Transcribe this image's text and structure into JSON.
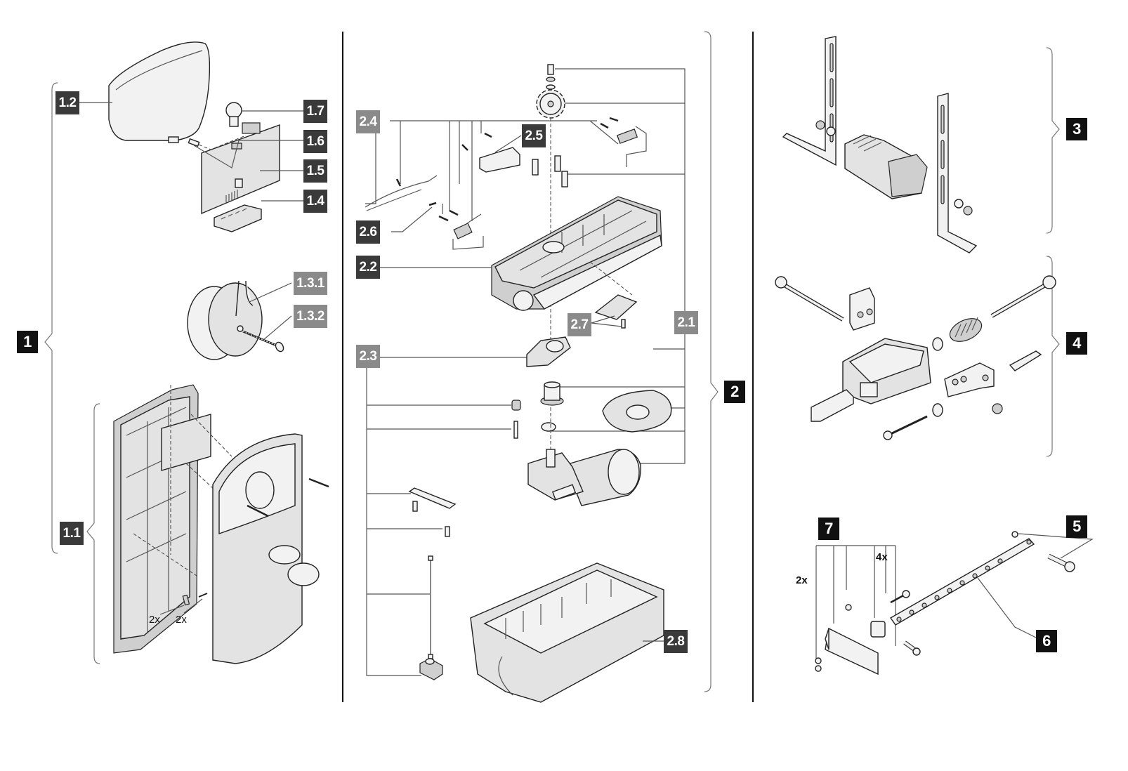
{
  "diagram": {
    "type": "exploded-parts-diagram",
    "sections": [
      {
        "id": "1",
        "label": "1",
        "parts": [
          {
            "id": "1.1",
            "label": "1.1",
            "style": "dark"
          },
          {
            "id": "1.2",
            "label": "1.2",
            "style": "dark"
          },
          {
            "id": "1.3.1",
            "label": "1.3.1",
            "style": "mid"
          },
          {
            "id": "1.3.2",
            "label": "1.3.2",
            "style": "mid"
          },
          {
            "id": "1.4",
            "label": "1.4",
            "style": "dark"
          },
          {
            "id": "1.5",
            "label": "1.5",
            "style": "dark"
          },
          {
            "id": "1.6",
            "label": "1.6",
            "style": "dark"
          },
          {
            "id": "1.7",
            "label": "1.7",
            "style": "dark"
          }
        ]
      },
      {
        "id": "2",
        "label": "2",
        "parts": [
          {
            "id": "2.1",
            "label": "2.1",
            "style": "mid"
          },
          {
            "id": "2.2",
            "label": "2.2",
            "style": "dark"
          },
          {
            "id": "2.3",
            "label": "2.3",
            "style": "mid"
          },
          {
            "id": "2.4",
            "label": "2.4",
            "style": "mid"
          },
          {
            "id": "2.5",
            "label": "2.5",
            "style": "dark"
          },
          {
            "id": "2.6",
            "label": "2.6",
            "style": "dark"
          },
          {
            "id": "2.7",
            "label": "2.7",
            "style": "mid"
          },
          {
            "id": "2.8",
            "label": "2.8",
            "style": "dark"
          }
        ]
      },
      {
        "id": "3",
        "label": "3"
      },
      {
        "id": "4",
        "label": "4"
      },
      {
        "id": "5",
        "label": "5"
      },
      {
        "id": "6",
        "label": "6"
      },
      {
        "id": "7",
        "label": "7"
      }
    ],
    "quantities": {
      "clip_1_1": "2x",
      "screw_1_1": "2x",
      "bracket_7": "2x",
      "screw_7": "4x"
    },
    "colors": {
      "label_dark": "#3a3a3a",
      "label_mid": "#8a8a8a",
      "label_black": "#111111",
      "line": "#555555",
      "part_fill": "#e6e6e6",
      "part_fill_light": "#f4f4f4",
      "outline": "#222222"
    }
  }
}
